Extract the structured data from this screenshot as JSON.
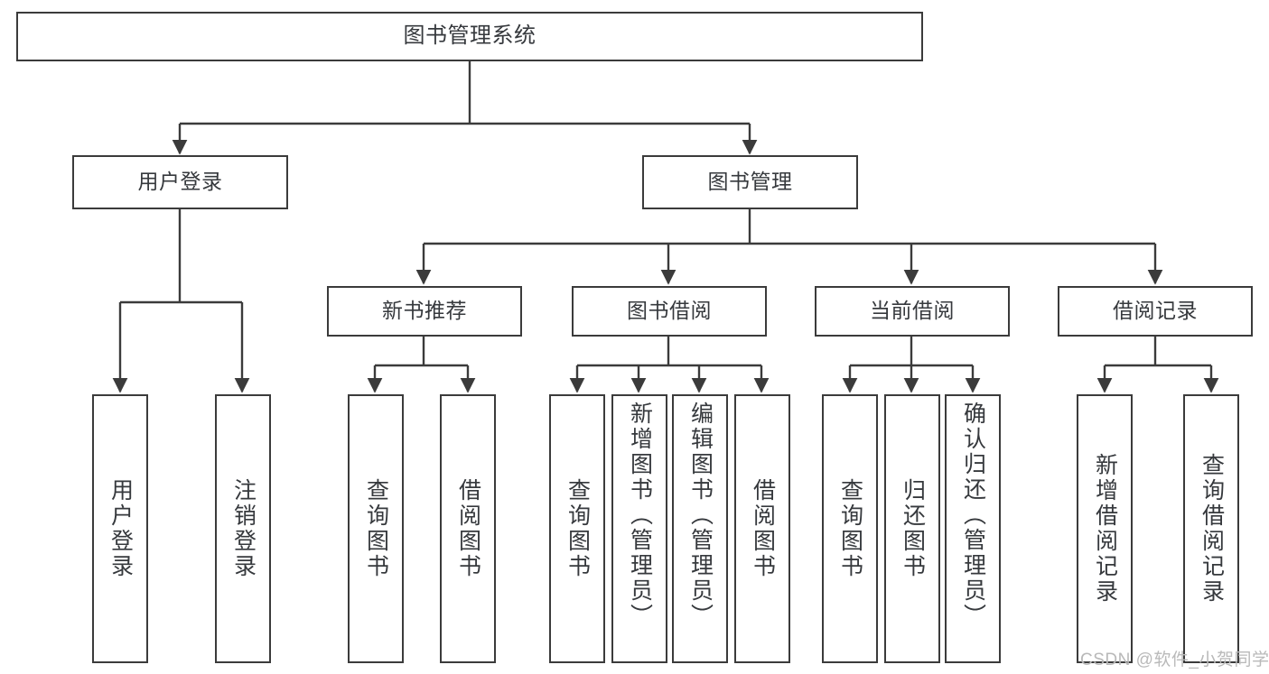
{
  "diagram": {
    "title": "图书管理系统",
    "root": {
      "label": "图书管理系统"
    },
    "level1": [
      {
        "label": "用户登录"
      },
      {
        "label": "图书管理"
      }
    ],
    "level2": [
      {
        "label": "新书推荐"
      },
      {
        "label": "图书借阅"
      },
      {
        "label": "当前借阅"
      },
      {
        "label": "借阅记录"
      }
    ],
    "leaves": {
      "user_login": [
        {
          "label": "用户登录"
        },
        {
          "label": "注销登录"
        }
      ],
      "new_book_recommend": [
        {
          "label": "查询图书"
        },
        {
          "label": "借阅图书"
        }
      ],
      "book_borrow": [
        {
          "label": "查询图书"
        },
        {
          "label": "新增图书（管理员）"
        },
        {
          "label": "编辑图书（管理员）"
        },
        {
          "label": "借阅图书"
        }
      ],
      "current_borrow": [
        {
          "label": "查询图书"
        },
        {
          "label": "归还图书"
        },
        {
          "label": "确认归还（管理员）"
        }
      ],
      "borrow_record": [
        {
          "label": "新增借阅记录"
        },
        {
          "label": "查询借阅记录"
        }
      ]
    }
  },
  "watermark": {
    "text": "CSDN @软件_小贺同学"
  },
  "colors": {
    "box_border": "#3b3b3b",
    "box_fill": "#ffffff",
    "text": "#36393d",
    "edge": "#3b3b3b",
    "watermark": "#b9b9b9",
    "background": "#ffffff"
  }
}
